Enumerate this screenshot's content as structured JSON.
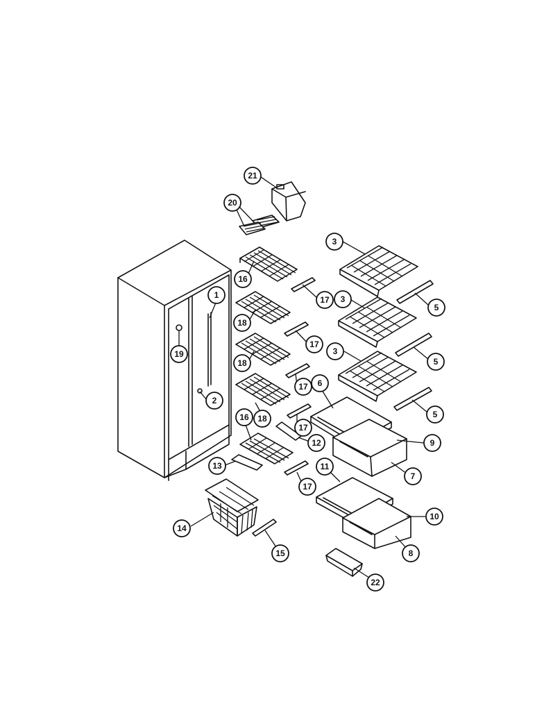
{
  "callouts": [
    {
      "label": "21",
      "name": "ice-bucket"
    },
    {
      "label": "20",
      "name": "ice-trays"
    },
    {
      "label": "1",
      "name": "shelf-support-strip"
    },
    {
      "label": "2",
      "name": "shelf-support-screw"
    },
    {
      "label": "19",
      "name": "cabinet-plug"
    },
    {
      "label": "3",
      "name": "fresh-food-shelf-upper"
    },
    {
      "label": "3",
      "name": "fresh-food-shelf-middle"
    },
    {
      "label": "3",
      "name": "fresh-food-shelf-lower"
    },
    {
      "label": "5",
      "name": "shelf-support-upper"
    },
    {
      "label": "5",
      "name": "shelf-support-middle"
    },
    {
      "label": "5",
      "name": "shelf-support-lower"
    },
    {
      "label": "16",
      "name": "freezer-shelf-top"
    },
    {
      "label": "17",
      "name": "freezer-shelf-support-1"
    },
    {
      "label": "18",
      "name": "freezer-shelf-2"
    },
    {
      "label": "17",
      "name": "freezer-shelf-support-2"
    },
    {
      "label": "18",
      "name": "freezer-shelf-3"
    },
    {
      "label": "17",
      "name": "freezer-shelf-support-3"
    },
    {
      "label": "18",
      "name": "freezer-shelf-4"
    },
    {
      "label": "17",
      "name": "freezer-shelf-support-4"
    },
    {
      "label": "16",
      "name": "freezer-shelf-bottom"
    },
    {
      "label": "12",
      "name": "basket-slide-right"
    },
    {
      "label": "13",
      "name": "basket-slide-left"
    },
    {
      "label": "17",
      "name": "freezer-shelf-support-5"
    },
    {
      "label": "14",
      "name": "freezer-basket"
    },
    {
      "label": "15",
      "name": "basket-support"
    },
    {
      "label": "6",
      "name": "crisper-cover"
    },
    {
      "label": "9",
      "name": "crisper-cover-frame"
    },
    {
      "label": "7",
      "name": "crisper-drawer"
    },
    {
      "label": "11",
      "name": "meat-keeper-cover"
    },
    {
      "label": "10",
      "name": "meat-keeper-frame"
    },
    {
      "label": "8",
      "name": "meat-keeper-drawer"
    },
    {
      "label": "22",
      "name": "dairy-tray"
    }
  ]
}
